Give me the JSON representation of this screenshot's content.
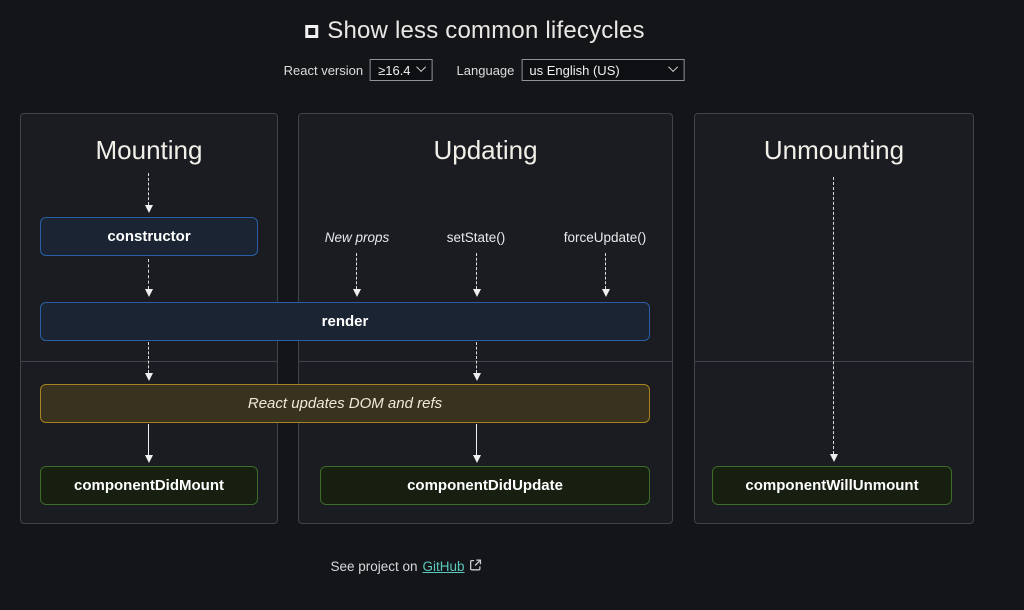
{
  "header": {
    "title": "Show less common lifecycles",
    "checkbox_checked": false
  },
  "controls": {
    "react_version": {
      "label": "React version",
      "value": "≥16.4"
    },
    "language": {
      "label": "Language",
      "value": "us English (US)"
    }
  },
  "columns": {
    "mounting": {
      "title": "Mounting"
    },
    "updating": {
      "title": "Updating",
      "triggers": {
        "new_props": "New props",
        "set_state": "setState()",
        "force_update": "forceUpdate()"
      }
    },
    "unmounting": {
      "title": "Unmounting"
    }
  },
  "lifecycle": {
    "ctor": "constructor",
    "render": "render",
    "react_updates": "React updates DOM and refs",
    "did_mount": "componentDidMount",
    "did_update": "componentDidUpdate",
    "will_unmount": "componentWillUnmount"
  },
  "footer": {
    "prefix": "See project on",
    "link_label": "GitHub"
  },
  "colors": {
    "page_bg": "#131519",
    "panel_bg": "#1a1c21",
    "panel_border": "#3f434a",
    "blue_box_bg": "#1b2432",
    "blue_box_border": "#2a5fa8",
    "green_box_bg": "#161f10",
    "green_box_border": "#3c6b2c",
    "gold_box_bg": "#38321f",
    "gold_box_border": "#a7841f",
    "arrow": "#e6e6e6",
    "link": "#5cc8be"
  }
}
